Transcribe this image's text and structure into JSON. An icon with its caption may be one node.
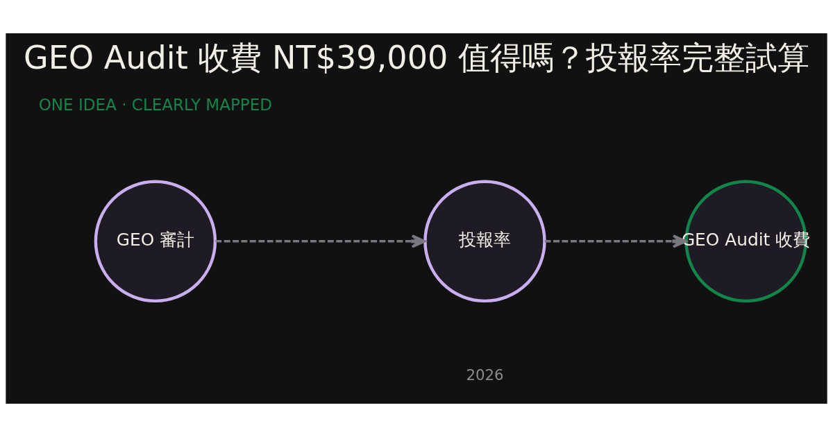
{
  "diagram": {
    "title": "GEO Audit 收費 NT$39,000 值得嗎？投報率完整試算",
    "nodes": [
      {
        "text": [
          "GEO 審計"
        ]
      },
      {
        "text": [
          "投報率"
        ]
      },
      {
        "text": [
          "GEO Audit 收費"
        ]
      }
    ],
    "edges": [
      {
        "from": 0,
        "to": 1,
        "arrow": "to",
        "style": "dashed"
      },
      {
        "from": 1,
        "to": 2,
        "arrow": "to",
        "style": "dashed"
      }
    ],
    "labels": [
      "ONE IDEA · CLEARLY MAPPED",
      "2026"
    ]
  }
}
